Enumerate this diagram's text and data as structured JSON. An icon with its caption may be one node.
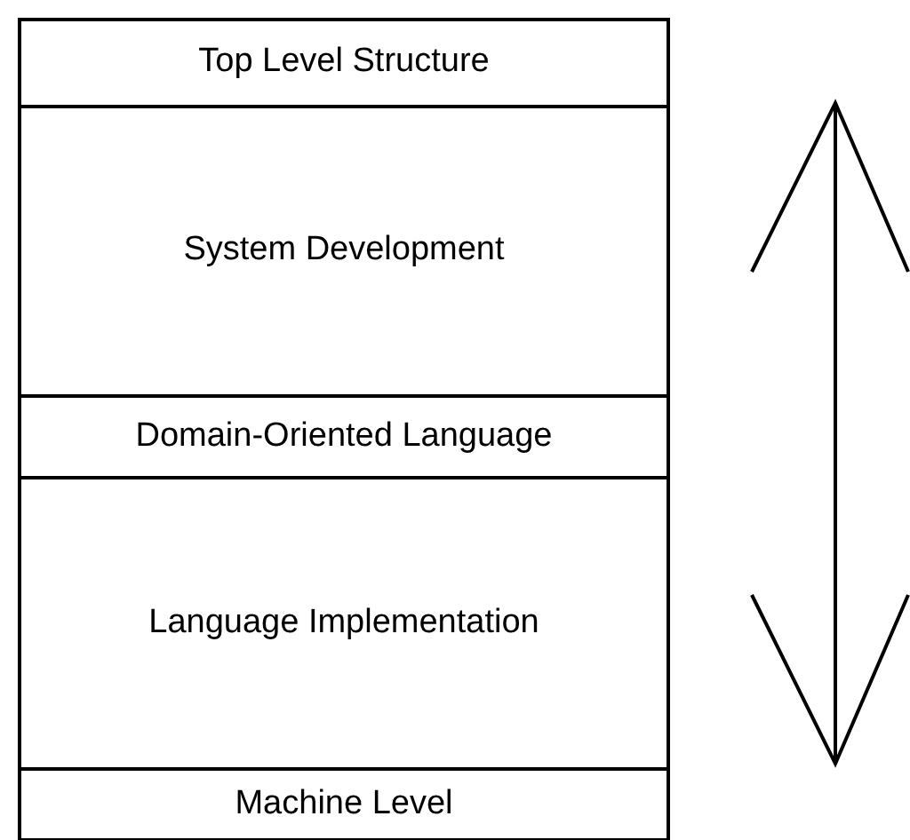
{
  "diagram": {
    "nodes": [
      {
        "text": [
          "Top Level Structure"
        ]
      },
      {
        "text": [
          "System Development"
        ]
      },
      {
        "text": [
          "Domain-Oriented Language"
        ]
      },
      {
        "text": [
          "Language Implementation"
        ]
      },
      {
        "text": [
          "Machine Level"
        ]
      }
    ]
  }
}
